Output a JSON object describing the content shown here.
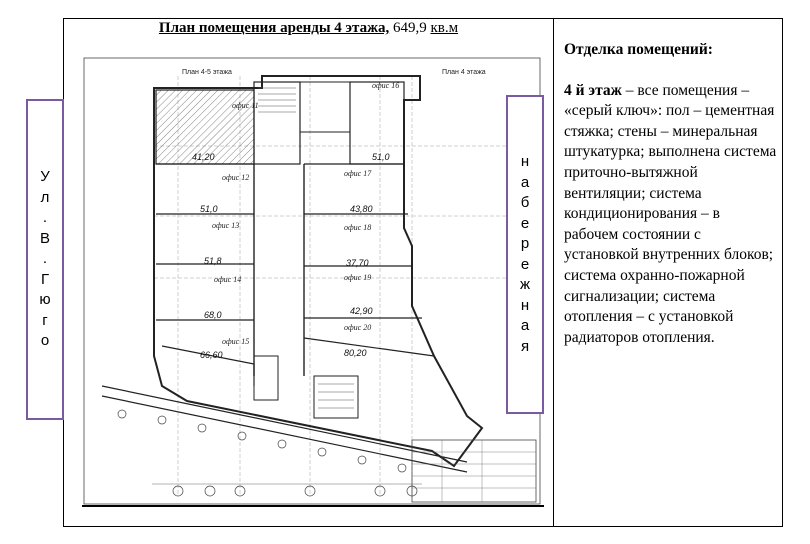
{
  "title": {
    "bold_part": "План помещения аренды 4 этажа,",
    "area_value": "649,9",
    "area_unit": "кв.м"
  },
  "left_street_chars": [
    "У",
    "л",
    ".",
    "В",
    ".",
    "Г",
    "ю",
    "г",
    "о"
  ],
  "right_street_chars": [
    "н",
    "а",
    "б",
    "е",
    "р",
    "е",
    "ж",
    "н",
    "а",
    "я"
  ],
  "description": {
    "heading": "Отделка помещений:",
    "floor_label": "4 й этаж",
    "text": " – все помещения – «серый ключ»: пол – цементная стяжка; стены – минеральная штукатурка; выполнена система приточно-вытяжной вентиляции; система кондиционирования – в рабочем состоянии с установкой внутренних блоков; система охранно-пожарной сигнализации; система отопления – с установкой радиаторов отопления."
  },
  "plan": {
    "caption_left": "План 4-5 этажа",
    "caption_right": "План 4 этажа",
    "offices": [
      {
        "label": "офис 11",
        "area": "41,20"
      },
      {
        "label": "офис 16",
        "area": "51,0"
      },
      {
        "label": "офис 12",
        "area": "51,0"
      },
      {
        "label": "офис 17",
        "area": "43,80"
      },
      {
        "label": "офис 13",
        "area": "51,8"
      },
      {
        "label": "офис 18",
        "area": "37,70"
      },
      {
        "label": "офис 14",
        "area": "68,0"
      },
      {
        "label": "офис 19",
        "area": "42,90"
      },
      {
        "label": "офис 15",
        "area": "66,60"
      },
      {
        "label": "офис 20",
        "area": "80,20"
      }
    ]
  }
}
